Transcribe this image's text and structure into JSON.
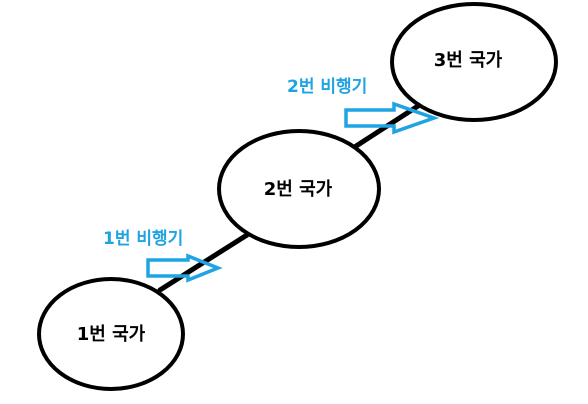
{
  "nodes": [
    {
      "id": "country-1",
      "label": "1번 국가"
    },
    {
      "id": "country-2",
      "label": "2번 국가"
    },
    {
      "id": "country-3",
      "label": "3번 국가"
    }
  ],
  "edges": [
    {
      "from": "country-1",
      "to": "country-2",
      "label": "1번 비행기"
    },
    {
      "from": "country-2",
      "to": "country-3",
      "label": "2번 비행기"
    }
  ],
  "colors": {
    "node_stroke": "#000000",
    "connector": "#000000",
    "arrow": "#1fa3e3",
    "edge_label": "#1fa3e3"
  }
}
